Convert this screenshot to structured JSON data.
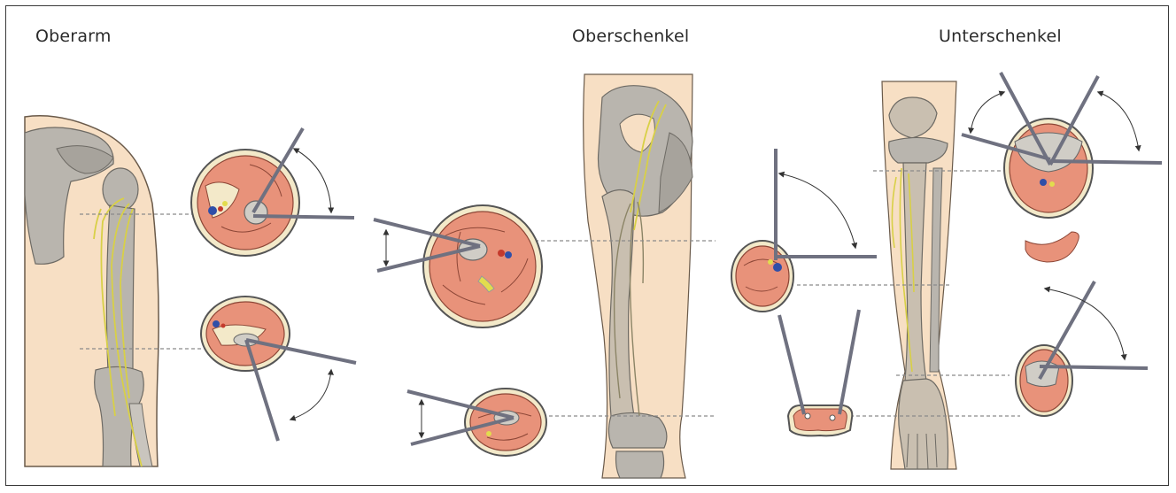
{
  "labels": {
    "upper_arm": "Oberarm",
    "thigh": "Oberschenkel",
    "lower_leg": "Unterschenkel"
  },
  "colors": {
    "skin": "#f7dfc4",
    "bone": "#b9b5ae",
    "muscle": "#e8927a",
    "muscle_outline": "#9a4a3a",
    "fascia": "#f3e9c9",
    "nerve": "#e2dc4e",
    "needle": "#6f7180",
    "guide_line": "#8a8a8a",
    "artery": "#c43a2c",
    "vein": "#2f4fa8"
  }
}
